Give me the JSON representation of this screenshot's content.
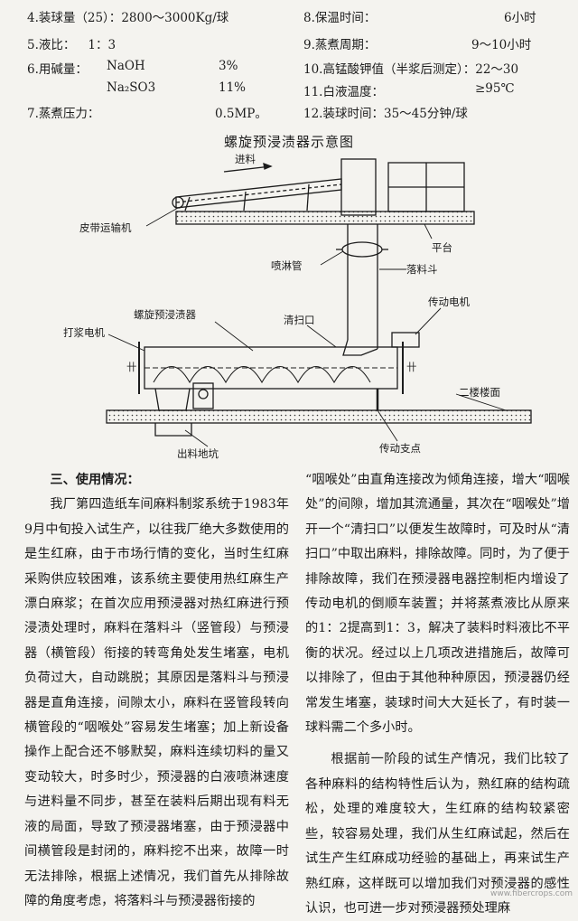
{
  "params": {
    "left": [
      {
        "label": "4.装球量（25）：",
        "value": "2800～3000Kg/球"
      },
      {
        "label": "5.液比：",
        "value": "1：3"
      },
      {
        "label": "6.用碱量：",
        "chem1": "NaOH",
        "value1": "3%",
        "chem2": "Na₂SO3",
        "value2": "11%"
      },
      {
        "label": "7.蒸煮压力：",
        "value": "0.5MP。"
      }
    ],
    "right": [
      {
        "label": "8.保温时间：",
        "value": "6小时"
      },
      {
        "label": "9.蒸煮周期：",
        "value": "9～10小时"
      },
      {
        "label": "10.高锰酸钾值（半浆后测定）：",
        "value": "22～30"
      },
      {
        "label": "11.白液温度：",
        "value": "≥95℃"
      },
      {
        "label": "12.装球时间：",
        "value": "35～45分钟/球"
      }
    ]
  },
  "diagram": {
    "title": "螺旋预浸渍器示意图",
    "labels": {
      "feed": "进料",
      "belt": "皮带运输机",
      "platform": "平台",
      "spray_pipe": "喷淋管",
      "hopper": "落料斗",
      "drive_motor": "传动电机",
      "impregnator": "螺旋预浸渍器",
      "clean_port": "清扫口",
      "beater_motor": "打浆电机",
      "ground_right": "二楼楼面",
      "discharge": "出料地坑",
      "drive_support": "传动支点",
      "flange_left": "卄",
      "flange_right": "卄"
    }
  },
  "text": {
    "heading": "三、使用情况：",
    "left_paragraph": "我厂第四造纸车间麻料制浆系统于1983年9月中旬投入试生产，以往我厂绝大多数使用的是生红麻，由于市场行情的变化，当时生红麻采购供应较困难，该系统主要使用热红麻生产漂白麻浆；在首次应用预浸器对热红麻进行预浸渍处理时，麻料在落料斗（竖管段）与预浸器（横管段）衔接的转弯角处发生堵塞，电机负荷过大，自动跳脱；其原因是落料斗与预浸器是直角连接，间隙太小，麻料在竖管段转向横管段的“咽喉处”容易发生堵塞；加上新设备操作上配合还不够默契，麻料连续切料的量又变动较大，时多时少，预浸器的白液喷淋速度与进料量不同步，甚至在装料后期出现有料无液的局面，导致了预浸器堵塞，由于预浸器中间横管段是封闭的，麻料挖不出来，故障一时无法排除，根据上述情况，我们首先从排除故障的角度考虑，将落料斗与预浸器衔接的",
    "right_paragraph1": "“咽喉处”由直角连接改为倾角连接，增大“咽喉处”的间隙，增加其流通量，其次在“咽喉处”增开一个“清扫口”以便发生故障时，可及时从“清扫口”中取出麻料，排除故障。同时，为了便于排除故障，我们在预浸器电器控制柜内增设了传动电机的倒顺车装置；并将蒸煮液比从原来的1：2提高到1：3，解决了装料时料液比不平衡的状况。经过以上几项改进措施后，故障可以排除了，但由于其他种种原因，预浸器仍经常发生堵塞，装球时间大大延长了，有时装一球料需二个多小时。",
    "right_paragraph2": "根据前一阶段的试生产情况，我们比较了各种麻料的结构特性后认为，熟红麻的结构疏松，处理的难度较大，生红麻的结构较紧密些，较容易处理，我们从生红麻试起，然后在试生产生红麻成功经验的基础上，再来试生产熟红麻，这样既可以增加我们对预浸器的感性认识，也可进一步对预浸器预处理麻"
  },
  "watermark": "www.fibercrops.com"
}
